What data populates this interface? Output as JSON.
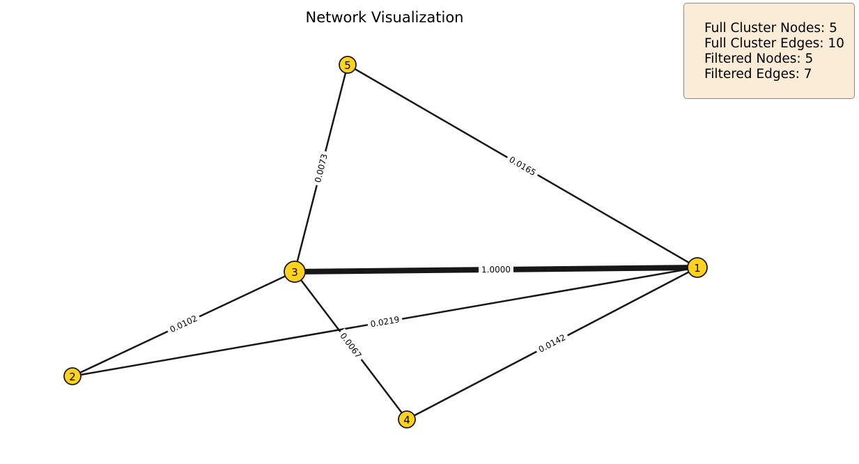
{
  "title": "Network Visualization",
  "colors": {
    "node_fill": "#ffd21f",
    "node_stroke": "#1a1a1a",
    "edge": "#171717",
    "stats_box_bg": "#faecd6"
  },
  "nodes": [
    {
      "id": "1",
      "label": "1"
    },
    {
      "id": "2",
      "label": "2"
    },
    {
      "id": "3",
      "label": "3"
    },
    {
      "id": "4",
      "label": "4"
    },
    {
      "id": "5",
      "label": "5"
    }
  ],
  "edges": [
    {
      "source": "3",
      "target": "1",
      "weight": "1.0000"
    },
    {
      "source": "5",
      "target": "1",
      "weight": "0.0165"
    },
    {
      "source": "5",
      "target": "3",
      "weight": "0.0073"
    },
    {
      "source": "3",
      "target": "2",
      "weight": "0.0102"
    },
    {
      "source": "2",
      "target": "1",
      "weight": "0.0219"
    },
    {
      "source": "3",
      "target": "4",
      "weight": "0.0067"
    },
    {
      "source": "4",
      "target": "1",
      "weight": "0.0142"
    }
  ],
  "stats": [
    "Full Cluster Nodes: 5",
    "Full Cluster Edges: 10",
    "Filtered Nodes: 5",
    "Filtered Edges: 7"
  ]
}
